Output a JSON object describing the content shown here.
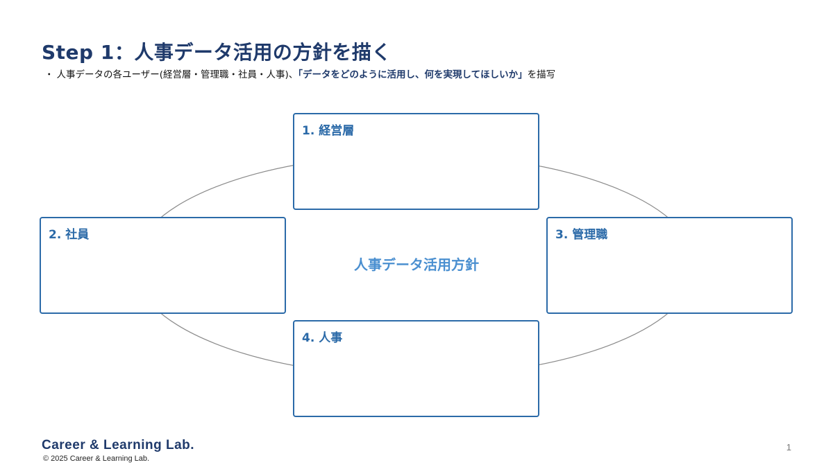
{
  "slide": {
    "title": "Step 1：人事データ活用の方針を描く",
    "subtitle_bullet": "・",
    "subtitle_prefix": "人事データの各ユーザー(経営層・管理職・社員・人事)、",
    "subtitle_emphasis": "「データをどのように活用し、何を実現してほしいか」",
    "subtitle_suffix": "を描写"
  },
  "diagram": {
    "center_label": "人事データ活用方針",
    "boxes": {
      "executives": "1. 経営層",
      "employees": "2. 社員",
      "managers": "3. 管理職",
      "hr": "4. 人事"
    }
  },
  "colors": {
    "title": "#1f3a6b",
    "box_border": "#2b6aa8",
    "center_label": "#4a8fd0",
    "ellipse": "#8a8a8a"
  },
  "footer": {
    "brand": "Career & Learning Lab.",
    "copyright": "© 2025 Career & Learning Lab.",
    "page_number": "1"
  }
}
